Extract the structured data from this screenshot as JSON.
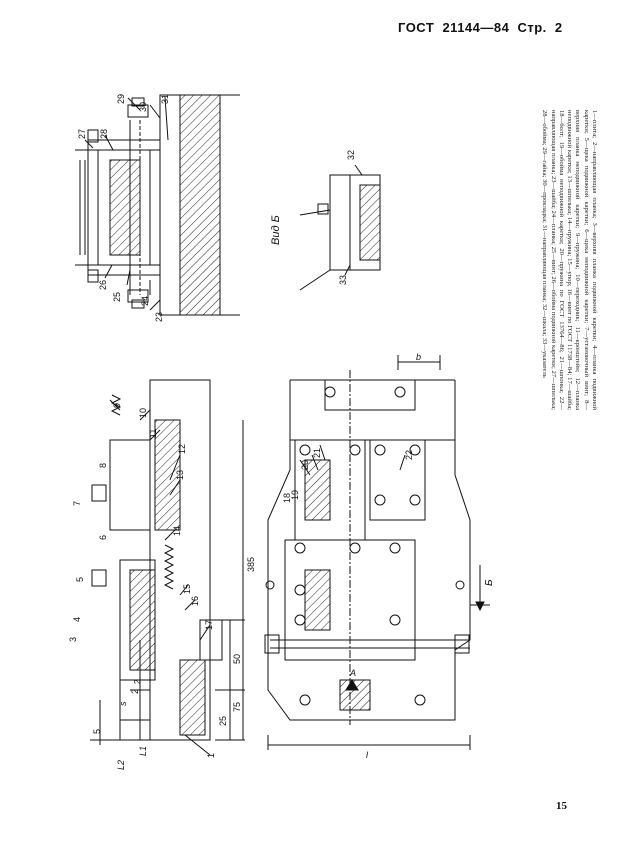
{
  "header": {
    "standard": "ГОСТ",
    "number": "21144—84",
    "page_label": "Стр.",
    "page_value": "2"
  },
  "caption": "1—плита; 2—направляющая планка; 3—верхняя планка подвижной каретки; 4—планка подвижной каретки; 5—щека подвижной каретки; 6—щека неподвижной каретки; 7—установочный винт; 8—верхняя планка неподвижной каретки; 9—пружина; 10—переходник; 11—кронштейн; 12—планка неподвижной каретки; 13—шпилька; 14—пружина; 15—упор; 16—винт по ГОСТ 11738—84; 17—шайба; 18—болт; 19—обойма неподвижной каретки; 20—пружина по ГОСТ 13764—86; 21—шпонка; 22—направляющая планка; 23—шайба; 24—планка; 25—винт; 26—обойма подвижной каретки; 27—шпилька; 28—обойма; 29—гайка; 30—прокладка; 31—направляющая планка; 32—шкала; 33—указатель",
  "view_label": "Вид Б",
  "page_number": "15",
  "dimensions": {
    "d385": "385",
    "d50": "50",
    "d25": "25",
    "d75": "75",
    "d5": "5",
    "d2": "2",
    "dS": "s",
    "dL1": "L1",
    "dL2": "L2",
    "db": "b",
    "dl": "l",
    "dA": "A"
  },
  "callouts": {
    "c1": "1",
    "c2": "2",
    "c3": "3",
    "c4": "4",
    "c5": "5",
    "c6": "6",
    "c7": "7",
    "c8": "8",
    "c9": "9",
    "c10": "10",
    "c11": "11",
    "c12": "12",
    "c13": "13",
    "c14": "14",
    "c15": "15",
    "c16": "16",
    "c17": "17",
    "c18": "18",
    "c19": "19",
    "c20": "20",
    "c21": "21",
    "c22": "22",
    "c23": "23",
    "c24": "24",
    "c25": "25",
    "c26": "26",
    "c27": "27",
    "c28": "28",
    "c29": "29",
    "c30": "30",
    "c31": "31",
    "c32": "32",
    "c33": "33",
    "cB": "Б"
  }
}
